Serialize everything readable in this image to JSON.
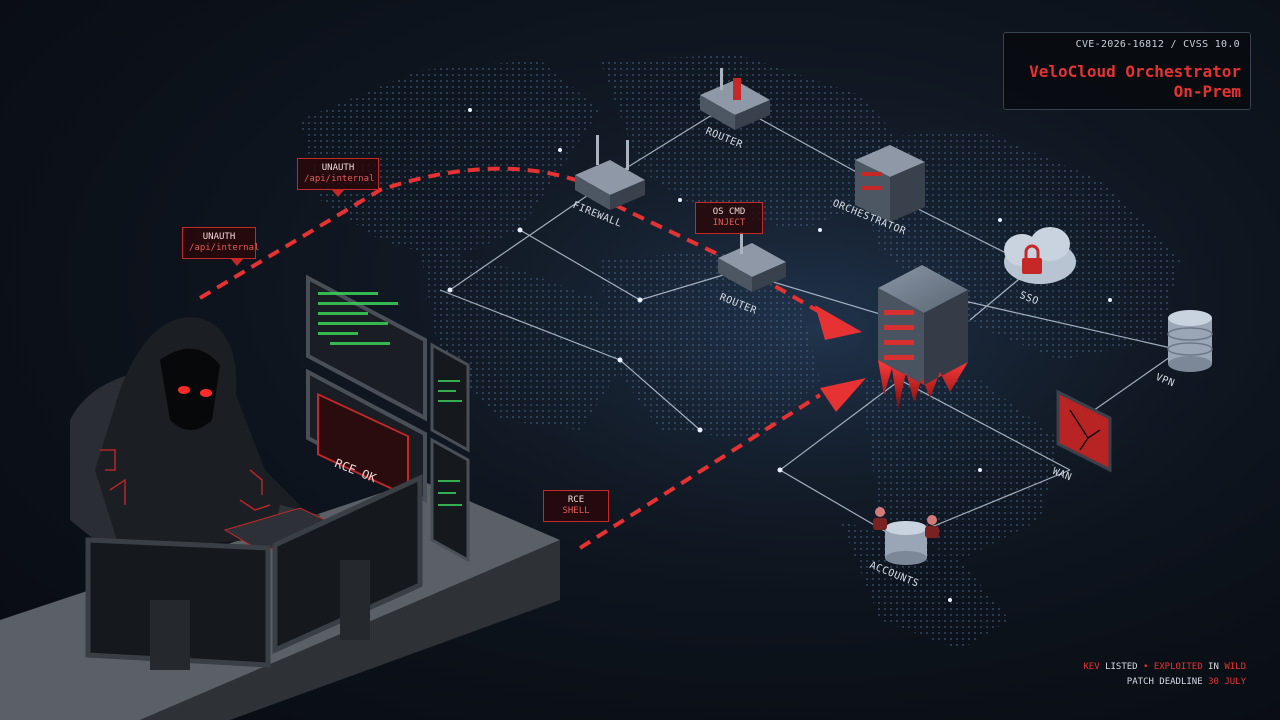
{
  "info_panel": {
    "cve": "CVE-2026-16812 / CVSS 10.0",
    "title_line1": "VeloCloud Orchestrator",
    "title_line2": "On-Prem"
  },
  "callouts": {
    "unauth_upper": {
      "line1": "UNAUTH",
      "line2": "/api/internal"
    },
    "unauth_lower": {
      "line1": "UNAUTH",
      "line2": "/api/internal"
    },
    "os_cmd": {
      "line1": "OS CMD",
      "line2": "INJECT"
    },
    "rce": {
      "line1": "RCE",
      "line2": "SHELL"
    }
  },
  "nodes": {
    "router_top": "ROUTER",
    "firewall": "FIREWALL",
    "orchestrator": "ORCHESTRATOR",
    "router_mid": "ROUTER",
    "sso": "SSO",
    "vpn": "VPN",
    "wan": "WAN",
    "accounts": "ACCOUNTS"
  },
  "monitor_text": "RCE OK",
  "footer": {
    "kev": "KEV",
    "listed": "LISTED",
    "bullet": "•",
    "exploited": "EXPLOITED",
    "in": "IN",
    "wild": "WILD",
    "patch_deadline": "PATCH DEADLINE",
    "deadline_date": "30 JULY"
  },
  "colors": {
    "accent_red": "#e63232",
    "terminal_green": "#3cd45a",
    "panel_bg": "#080b10",
    "map_dots": "#5b7fa6"
  }
}
